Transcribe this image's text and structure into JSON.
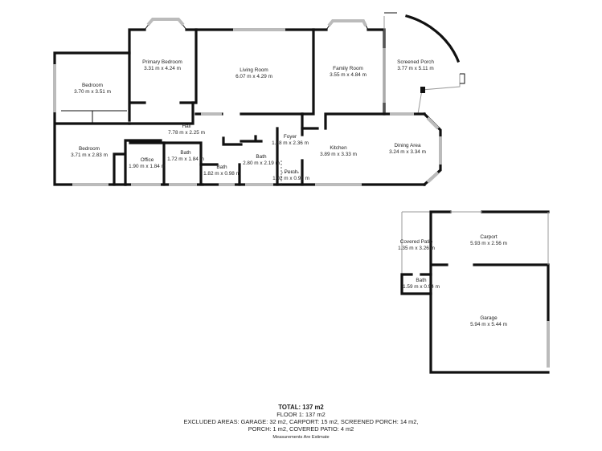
{
  "rooms": [
    {
      "name": "Primary Bedroom",
      "dims": "3.31 m x 4.24 m"
    },
    {
      "name": "Living Room",
      "dims": "6.07 m x 4.29 m"
    },
    {
      "name": "Family Room",
      "dims": "3.55 m x 4.84 m"
    },
    {
      "name": "Screened Porch",
      "dims": "3.77 m x 5.11 m"
    },
    {
      "name": "Bedroom",
      "dims": "3.70 m x 3.51 m"
    },
    {
      "name": "Hall",
      "dims": "7.78 m x 2.25 m"
    },
    {
      "name": "Bedroom",
      "dims": "3.71 m x 2.83 m"
    },
    {
      "name": "Office",
      "dims": "1.90 m x 1.84 m"
    },
    {
      "name": "Bath",
      "dims": "1.72 m x 1.84 m"
    },
    {
      "name": "Bath",
      "dims": "1.82 m x 0.98 m"
    },
    {
      "name": "Bath",
      "dims": "2.80 m x 2.19 m"
    },
    {
      "name": "Foyer",
      "dims": "1.38 m x 2.36 m"
    },
    {
      "name": "Porch",
      "dims": "1.02 m x 0.98 m"
    },
    {
      "name": "Kitchen",
      "dims": "3.89 m x 3.33 m"
    },
    {
      "name": "Dining Area",
      "dims": "3.24 m x 3.34 m"
    },
    {
      "name": "Carport",
      "dims": "5.93 m x 2.56 m"
    },
    {
      "name": "Covered Patio",
      "dims": "1.35 m x 3.26 m"
    },
    {
      "name": "Bath",
      "dims": "1.59 m x 0.94 m"
    },
    {
      "name": "Garage",
      "dims": "5.94 m x 5.44 m"
    }
  ],
  "summary": {
    "total": "TOTAL: 137 m2",
    "floor": "FLOOR 1: 137 m2",
    "excluded_1": "EXCLUDED AREAS: GARAGE: 32 m2, CARPORT: 15 m2, SCREENED PORCH: 14 m2,",
    "excluded_2": "PORCH: 1 m2, COVERED PATIO: 4 m2"
  },
  "note": "Measurements Are Estimate"
}
